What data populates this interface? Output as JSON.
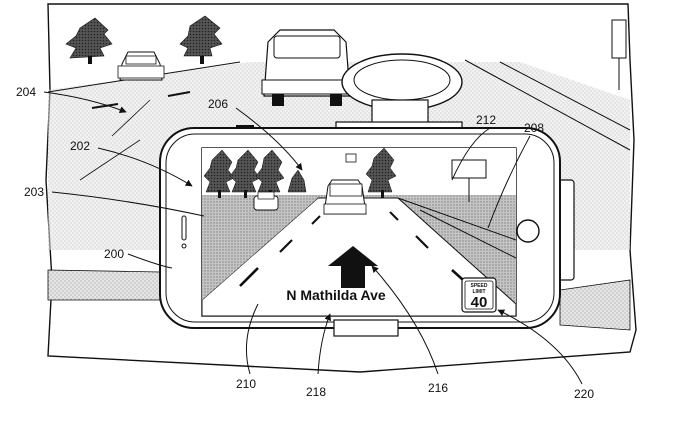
{
  "figure": {
    "street_name": "N Mathilda Ave",
    "speed_sign": {
      "line1": "SPEED",
      "line2": "LIMIT",
      "value": "40"
    },
    "reference_labels": {
      "r200": "200",
      "r202": "202",
      "r203": "203",
      "r204": "204",
      "r206": "206",
      "r208": "208",
      "r210": "210",
      "r212": "212",
      "r216": "216",
      "r218": "218",
      "r220": "220"
    },
    "colors": {
      "ink": "#111111",
      "screen_gray": "#b8b8b8",
      "road_white": "#ffffff",
      "hatch_gray": "#d9d9d9"
    }
  }
}
